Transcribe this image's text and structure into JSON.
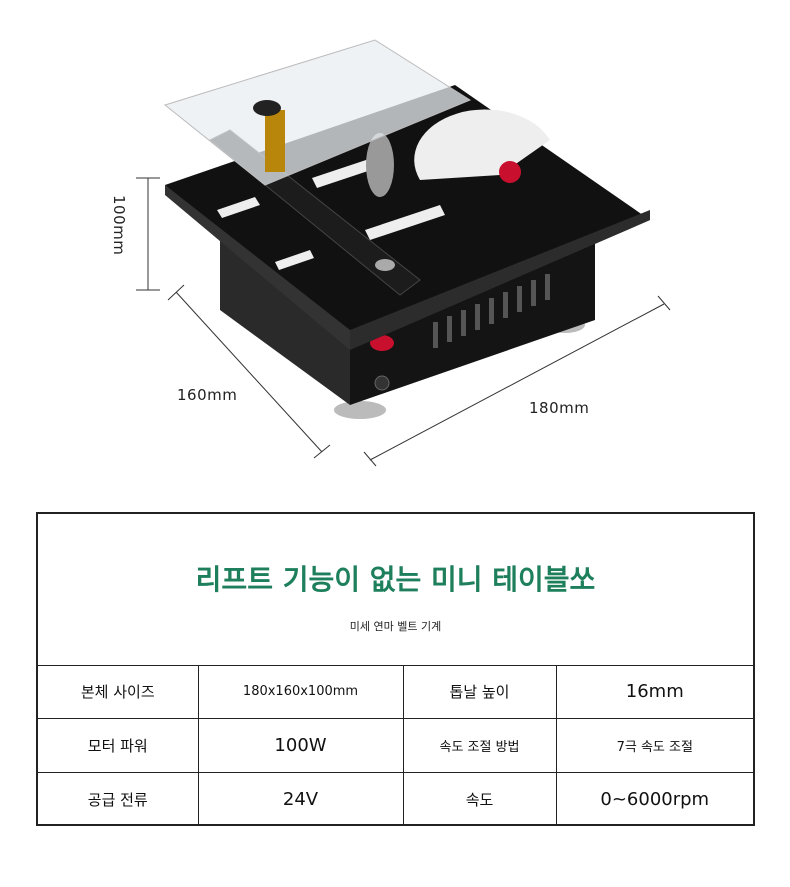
{
  "dimensions": {
    "height": "100mm",
    "width": "160mm",
    "length": "180mm"
  },
  "spec": {
    "title": "리프트 기능이 없는 미니 테이블쏘",
    "subtitle": "미세 연마 벨트 기계",
    "rows": [
      [
        {
          "label": "본체 사이즈"
        },
        {
          "value": "180x160x100mm"
        },
        {
          "label": "톱날 높이"
        },
        {
          "value": "16mm"
        }
      ],
      [
        {
          "label": "모터 파워"
        },
        {
          "value": "100W"
        },
        {
          "label": "속도 조절 방법"
        },
        {
          "value": "7극 속도 조절"
        }
      ],
      [
        {
          "label": "공급 전류"
        },
        {
          "value": "24V"
        },
        {
          "label": "속도"
        },
        {
          "value": "0~6000rpm"
        }
      ]
    ]
  },
  "colors": {
    "title": "#1e7f5c",
    "body": "#1a1a1a",
    "accent": "#c8102e"
  }
}
